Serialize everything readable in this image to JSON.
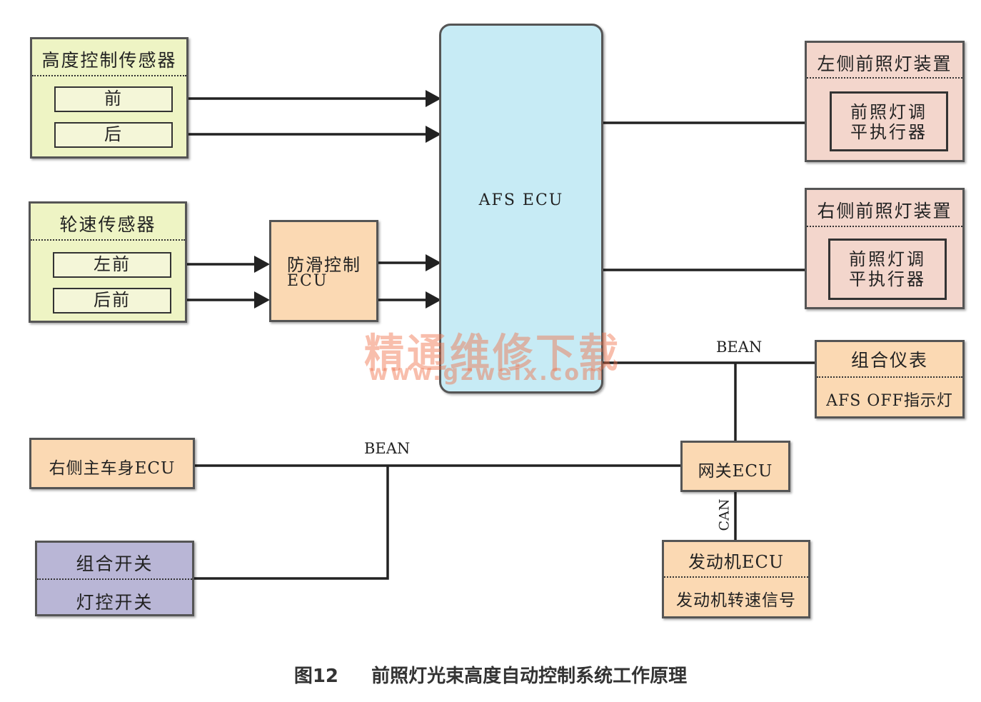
{
  "height_sensor": {
    "title": "高度控制传感器",
    "front": "前",
    "rear": "后"
  },
  "wheel_sensor": {
    "title": "轮速传感器",
    "front_left": "左前",
    "rear_front": "后前"
  },
  "abs_ecu": {
    "line1": "防滑控制",
    "line2": "ECU"
  },
  "afs_ecu": {
    "label": "AFS ECU"
  },
  "left_headlamp": {
    "title": "左侧前照灯装置",
    "actuator_line1": "前照灯调",
    "actuator_line2": "平执行器"
  },
  "right_headlamp": {
    "title": "右侧前照灯装置",
    "actuator_line1": "前照灯调",
    "actuator_line2": "平执行器"
  },
  "meter": {
    "title": "组合仪表",
    "indicator": "AFS OFF指示灯"
  },
  "gateway": {
    "label": "网关ECU"
  },
  "body_ecu": {
    "label": "右侧主车身ECU"
  },
  "combo_switch": {
    "top": "组合开关",
    "bottom": "灯控开关"
  },
  "engine": {
    "title": "发动机ECU",
    "signal": "发动机转速信号"
  },
  "bus_labels": {
    "bean_upper": "BEAN",
    "bean_lower": "BEAN",
    "can": "CAN"
  },
  "watermark": {
    "line1": "精通维修下载",
    "line2": "www.gzweix.com"
  },
  "caption": {
    "figure": "图12",
    "text": "前照灯光束高度自动控制系统工作原理"
  }
}
